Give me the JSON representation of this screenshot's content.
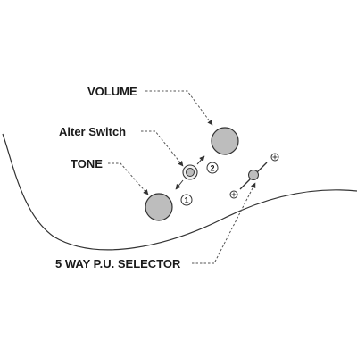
{
  "labels": {
    "volume": "VOLUME",
    "alter_switch": "Alter Switch",
    "tone": "TONE",
    "selector": "5 WAY P.U. SELECTOR"
  },
  "positions": {
    "one": "1",
    "two": "2"
  },
  "colors": {
    "knob_fill": "#bdbdbd",
    "stroke": "#333333",
    "text": "#1a1a1a"
  }
}
